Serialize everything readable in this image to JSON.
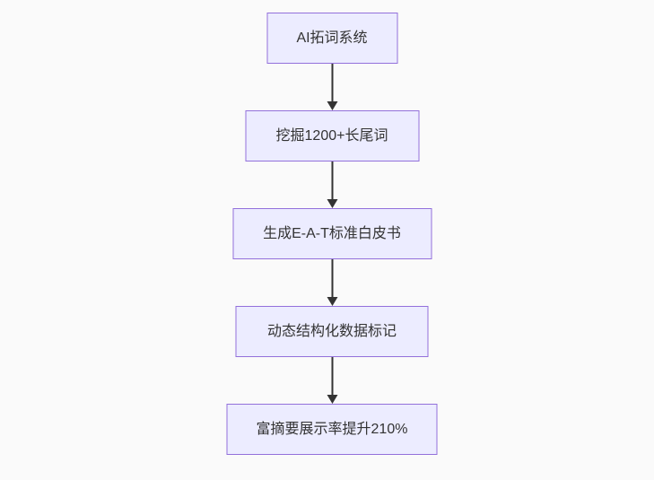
{
  "flowchart": {
    "type": "vertical-flowchart",
    "direction": "top-down",
    "nodes": [
      {
        "id": "n1",
        "label": "AI拓词系统"
      },
      {
        "id": "n2",
        "label": "挖掘1200+长尾词"
      },
      {
        "id": "n3",
        "label": "生成E-A-T标准白皮书"
      },
      {
        "id": "n4",
        "label": "动态结构化数据标记"
      },
      {
        "id": "n5",
        "label": "富摘要展示率提升210%"
      }
    ],
    "edges": [
      {
        "from": "n1",
        "to": "n2"
      },
      {
        "from": "n2",
        "to": "n3"
      },
      {
        "from": "n3",
        "to": "n4"
      },
      {
        "from": "n4",
        "to": "n5"
      }
    ],
    "colors": {
      "node_fill": "#ECECFF",
      "node_border": "#9370DB",
      "arrow": "#333333",
      "text": "#333333",
      "background": "#FAFAFA"
    }
  }
}
